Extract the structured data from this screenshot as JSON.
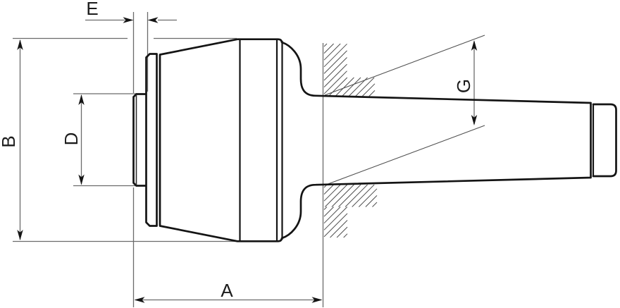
{
  "drawing": {
    "kind": "technical-dimension-drawing",
    "labels": {
      "length_overall": "A",
      "body_diameter": "B",
      "pilot_diameter": "D",
      "pilot_length": "E",
      "taper_gauge": "G"
    },
    "colors": {
      "outline": "#141414",
      "dimension_lines": "#6b6b6b",
      "hatch": "#4f4f4f",
      "text": "#1c1c1c",
      "background": "#ffffff"
    }
  }
}
